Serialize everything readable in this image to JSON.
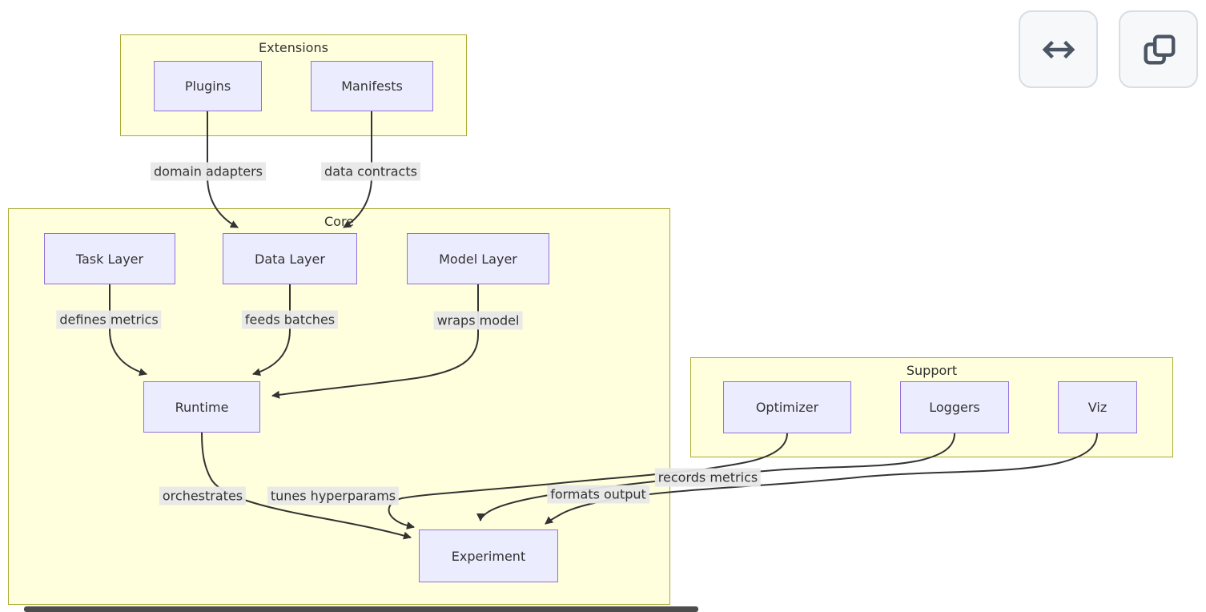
{
  "toolbar": {
    "buttons": [
      {
        "name": "toggle-direction",
        "icon": "horizontal-double-arrow-icon"
      },
      {
        "name": "copy",
        "icon": "copy-icon"
      }
    ]
  },
  "diagram": {
    "type": "flowchart",
    "clusters": [
      {
        "id": "extensions",
        "label": "Extensions"
      },
      {
        "id": "core",
        "label": "Core"
      },
      {
        "id": "support",
        "label": "Support"
      }
    ],
    "nodes": [
      {
        "id": "plugins",
        "label": "Plugins",
        "cluster": "extensions"
      },
      {
        "id": "manifests",
        "label": "Manifests",
        "cluster": "extensions"
      },
      {
        "id": "task-layer",
        "label": "Task Layer",
        "cluster": "core"
      },
      {
        "id": "data-layer",
        "label": "Data Layer",
        "cluster": "core"
      },
      {
        "id": "model-layer",
        "label": "Model Layer",
        "cluster": "core"
      },
      {
        "id": "runtime",
        "label": "Runtime",
        "cluster": "core"
      },
      {
        "id": "experiment",
        "label": "Experiment",
        "cluster": "core"
      },
      {
        "id": "optimizer",
        "label": "Optimizer",
        "cluster": "support"
      },
      {
        "id": "loggers",
        "label": "Loggers",
        "cluster": "support"
      },
      {
        "id": "viz",
        "label": "Viz",
        "cluster": "support"
      }
    ],
    "edges": [
      {
        "from": "plugins",
        "to": "data-layer",
        "label": "domain adapters"
      },
      {
        "from": "manifests",
        "to": "data-layer",
        "label": "data contracts"
      },
      {
        "from": "task-layer",
        "to": "runtime",
        "label": "defines metrics"
      },
      {
        "from": "data-layer",
        "to": "runtime",
        "label": "feeds batches"
      },
      {
        "from": "model-layer",
        "to": "runtime",
        "label": "wraps model"
      },
      {
        "from": "runtime",
        "to": "experiment",
        "label": "orchestrates"
      },
      {
        "from": "optimizer",
        "to": "experiment",
        "label": "tunes hyperparams"
      },
      {
        "from": "loggers",
        "to": "experiment",
        "label": "records metrics"
      },
      {
        "from": "viz",
        "to": "experiment",
        "label": "formats output"
      }
    ],
    "colors": {
      "node_fill": "#ECECFF",
      "node_border": "#9370DB",
      "cluster_fill": "#FFFFDE",
      "cluster_border": "#AAAA33",
      "edge": "#333333",
      "edge_label_bg": "#E8E8E8",
      "text": "#333333",
      "button_bg": "#F6F8FA",
      "button_border": "#D7DEE4",
      "button_icon": "#4B5563",
      "scrollbar_thumb": "#4D4D4D"
    }
  }
}
